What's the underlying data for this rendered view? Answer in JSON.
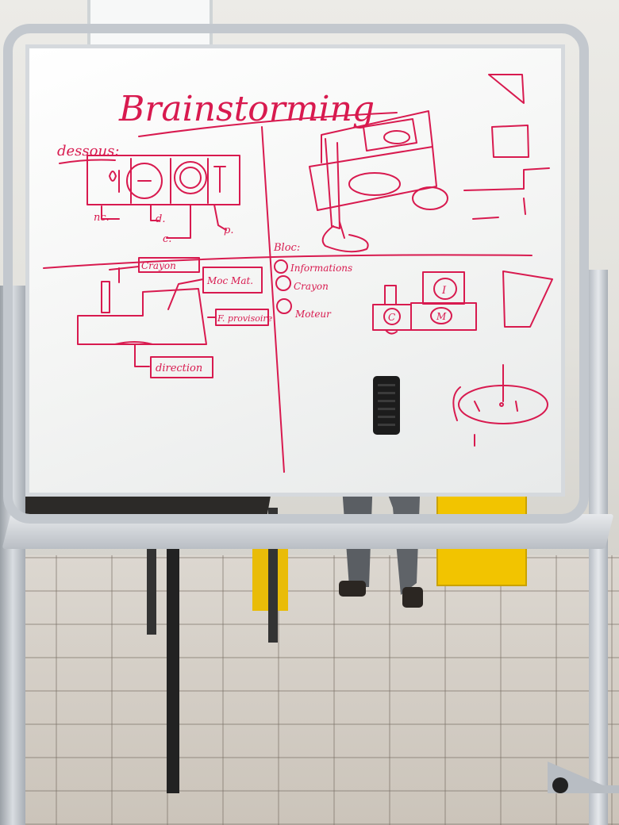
{
  "whiteboard": {
    "title": "Brainstorming",
    "top_left_label": "dessous:",
    "chassis_labels": [
      "nc.",
      "d.",
      "c.",
      "p."
    ],
    "bottom_left_labels": [
      "Crayon",
      "Moc Mat.",
      "F. provisoire",
      "direction"
    ],
    "legend_heading": "Bloc:",
    "legend_items": [
      "Informations",
      "Crayon",
      "Moteur"
    ],
    "block_letters": [
      "I",
      "C",
      "M"
    ]
  },
  "colors": {
    "marker": "#d81a4f",
    "door": "#f2c400"
  }
}
